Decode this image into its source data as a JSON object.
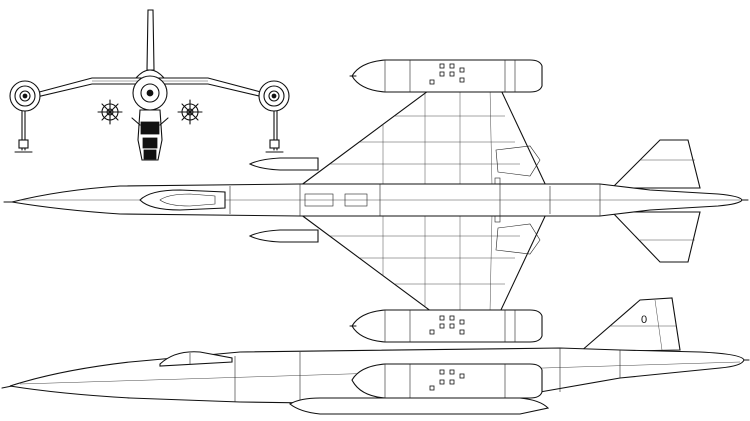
{
  "figure": {
    "views": [
      "front-view",
      "plan-view",
      "side-view"
    ],
    "colors": {
      "line": "#111111",
      "background": "#ffffff"
    },
    "side_view": {
      "fin_marking": "0"
    }
  }
}
